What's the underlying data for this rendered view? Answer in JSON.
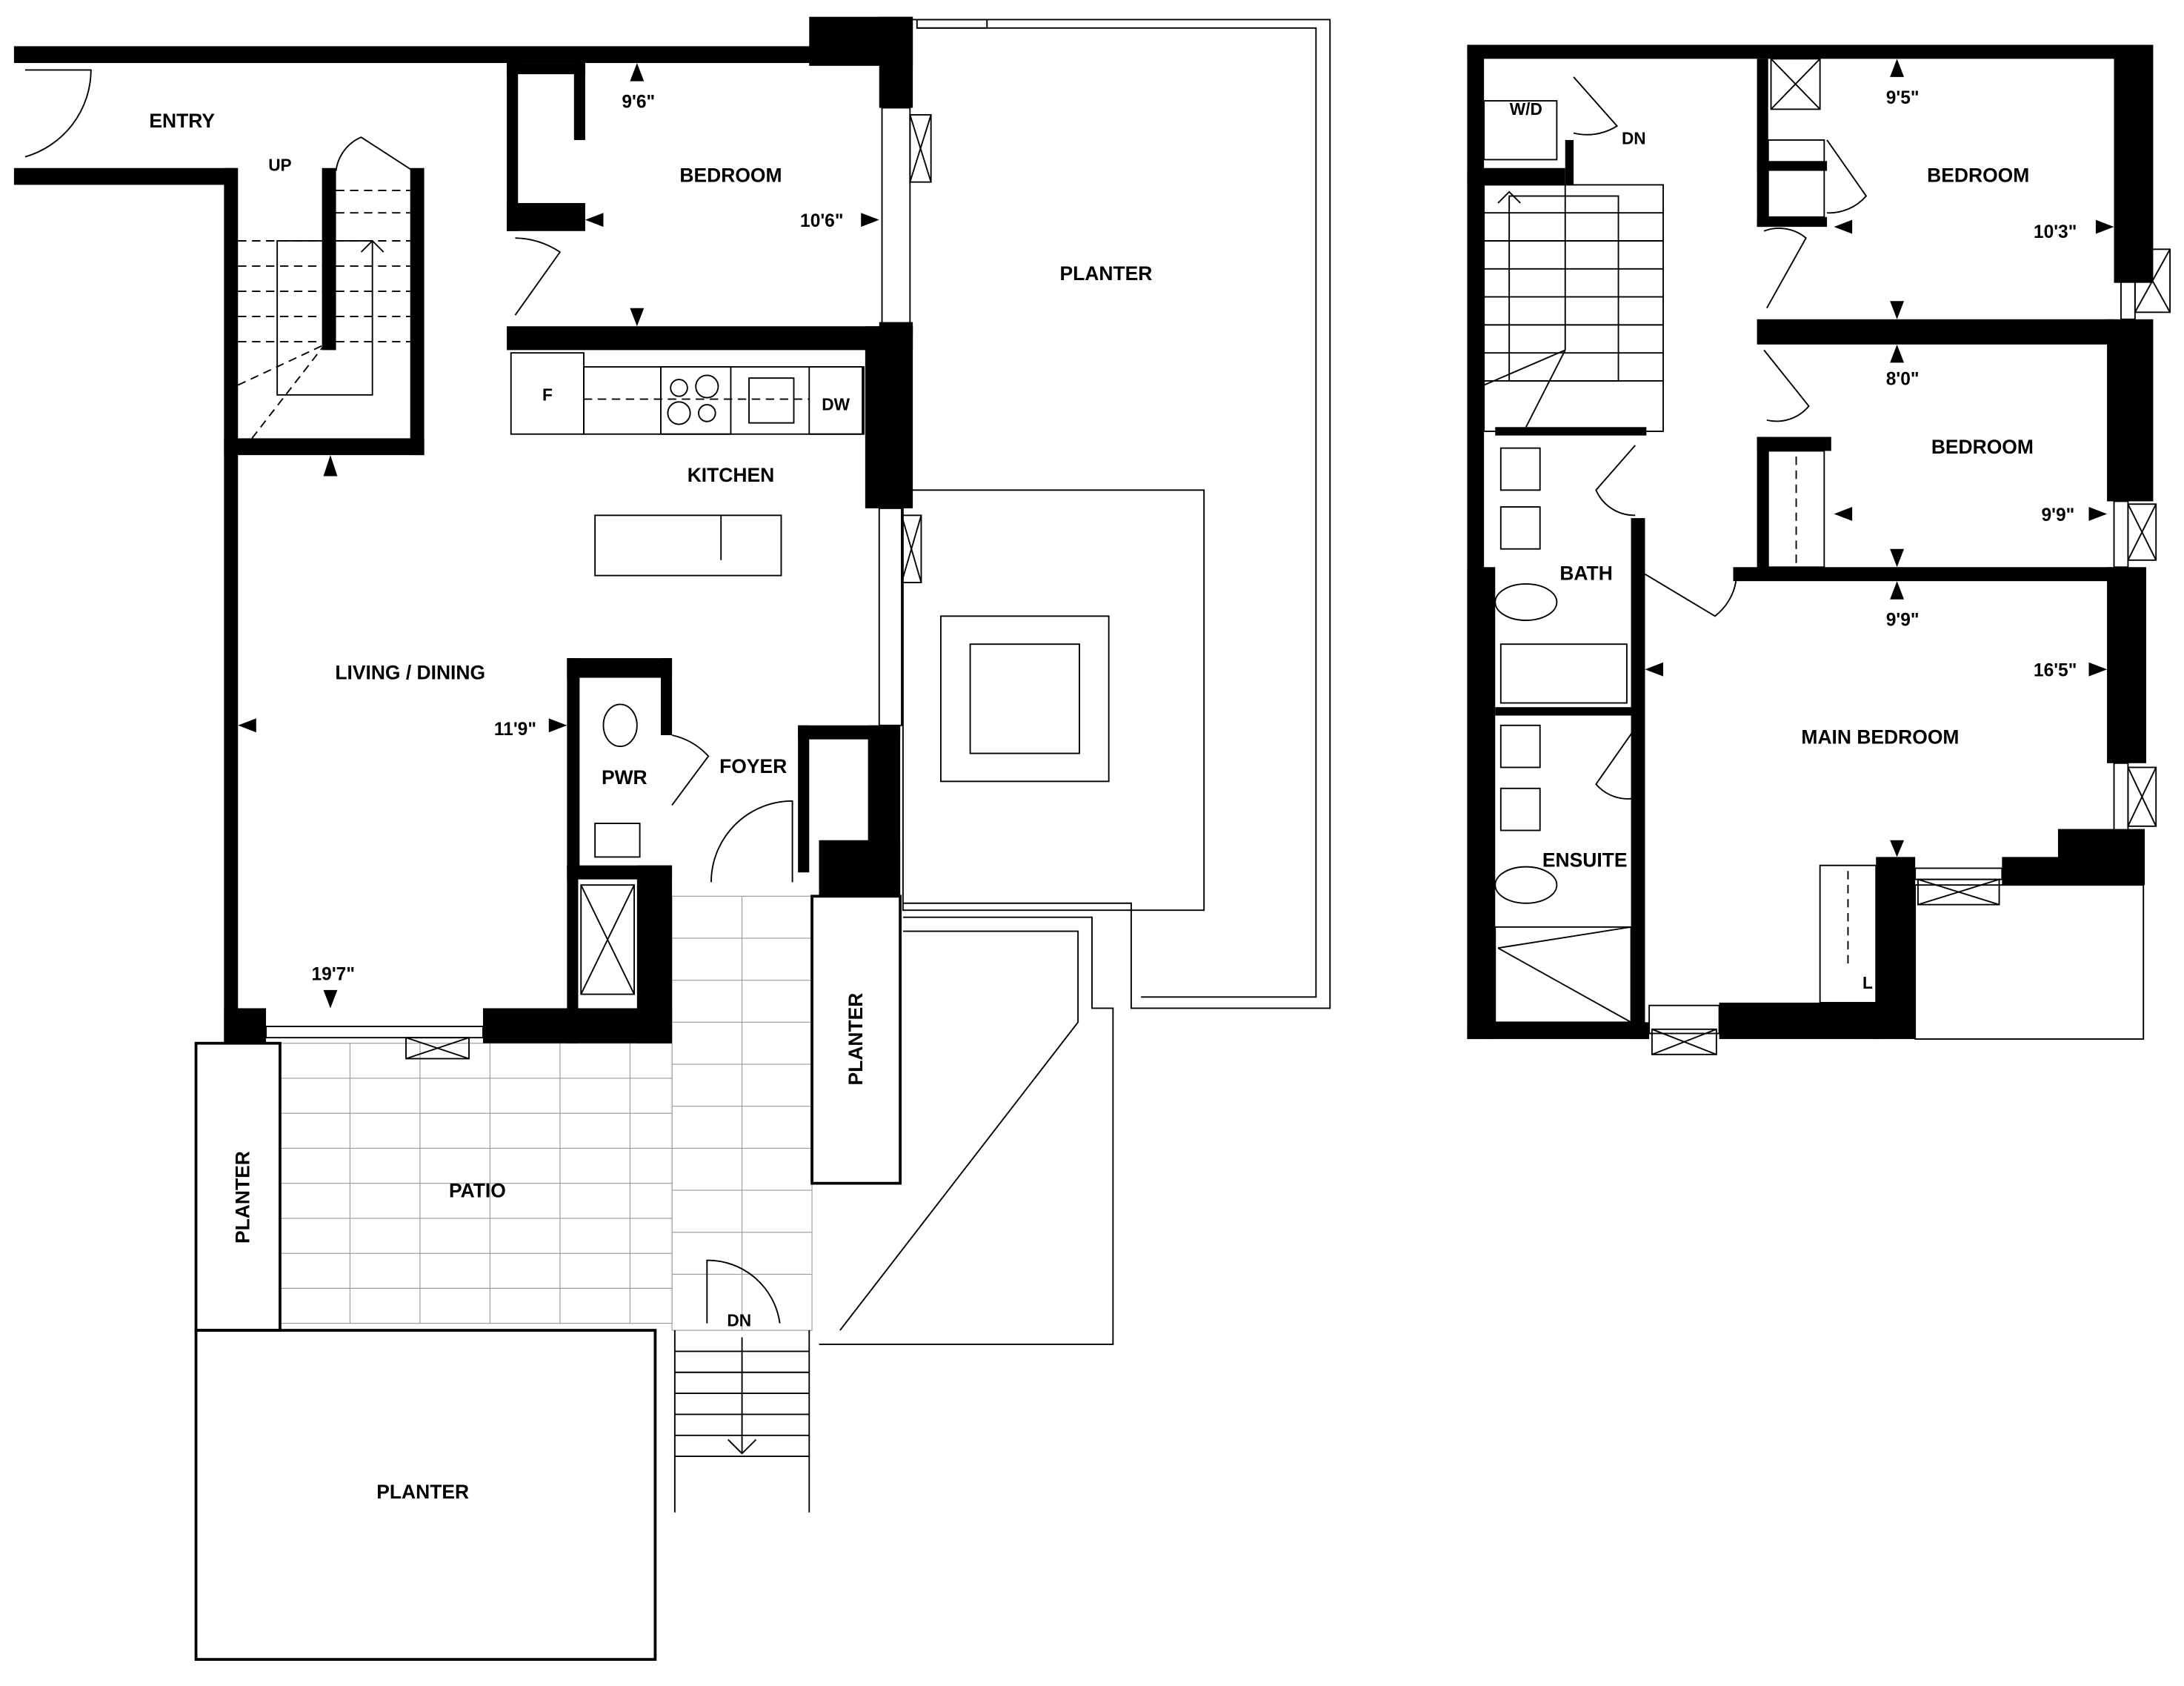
{
  "lower_level": {
    "rooms": {
      "entry": "ENTRY",
      "up": "UP",
      "bedroom": "BEDROOM",
      "kitchen": "KITCHEN",
      "living_dining": "LIVING / DINING",
      "pwr": "PWR",
      "foyer": "FOYER",
      "patio": "PATIO",
      "planter_top": "PLANTER",
      "planter_mid": "PLANTER",
      "planter_left": "PLANTER",
      "planter_bottom": "PLANTER",
      "dn": "DN"
    },
    "appliances": {
      "fridge": "F",
      "dishwasher": "DW"
    },
    "dimensions": {
      "bedroom_depth": "9'6\"",
      "bedroom_width": "10'6\"",
      "living_width": "11'9\"",
      "living_depth": "19'7\""
    }
  },
  "upper_level": {
    "rooms": {
      "wd": "W/D",
      "dn": "DN",
      "bedroom_1": "BEDROOM",
      "bedroom_2": "BEDROOM",
      "bath": "BATH",
      "main_bedroom": "MAIN BEDROOM",
      "ensuite": "ENSUITE",
      "linen": "L"
    },
    "dimensions": {
      "bedroom_1_depth": "9'5\"",
      "bedroom_1_width": "10'3\"",
      "bedroom_2_depth": "8'0\"",
      "bedroom_2_width": "9'9\"",
      "main_depth": "9'9\"",
      "main_width": "16'5\""
    }
  },
  "colors": {
    "wall": "#000000",
    "background": "#ffffff"
  }
}
